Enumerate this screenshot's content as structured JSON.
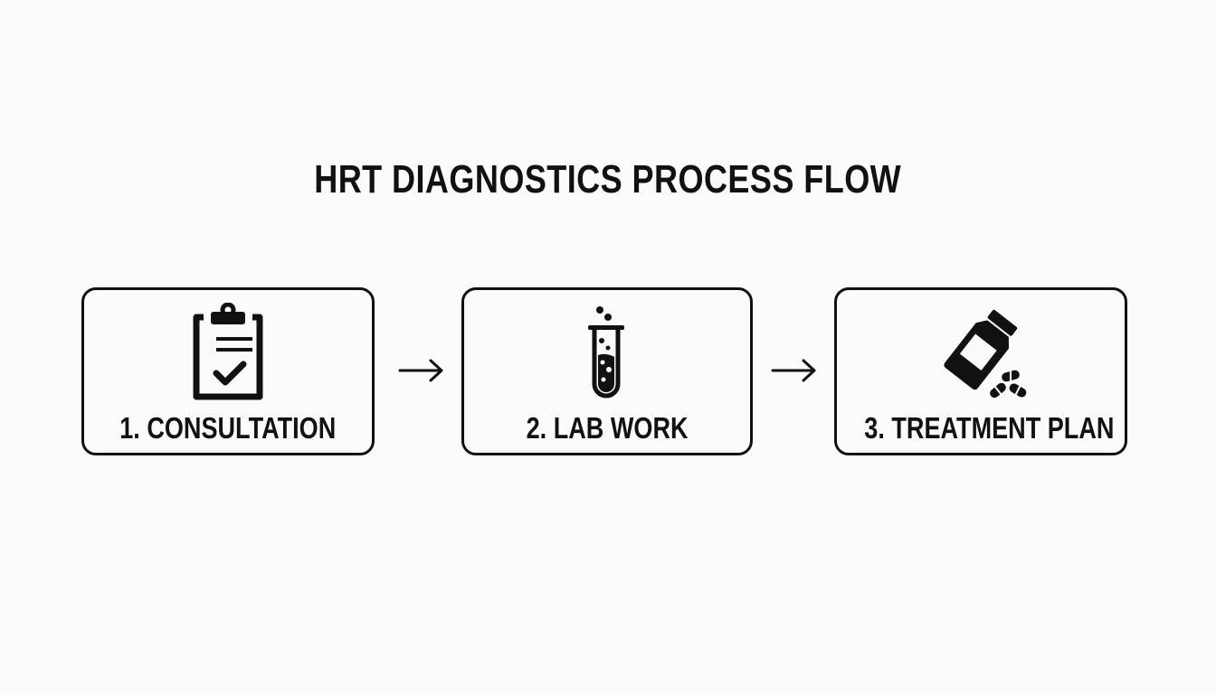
{
  "title": "HRT DIAGNOSTICS PROCESS FLOW",
  "steps": [
    {
      "label": "1. CONSULTATION",
      "icon": "clipboard-check-icon"
    },
    {
      "label": "2. LAB WORK",
      "icon": "test-tube-icon"
    },
    {
      "label": "3. TREATMENT PLAN",
      "icon": "pill-bottle-icon"
    }
  ],
  "colors": {
    "stroke": "#111111",
    "background": "#fbfbfb"
  }
}
